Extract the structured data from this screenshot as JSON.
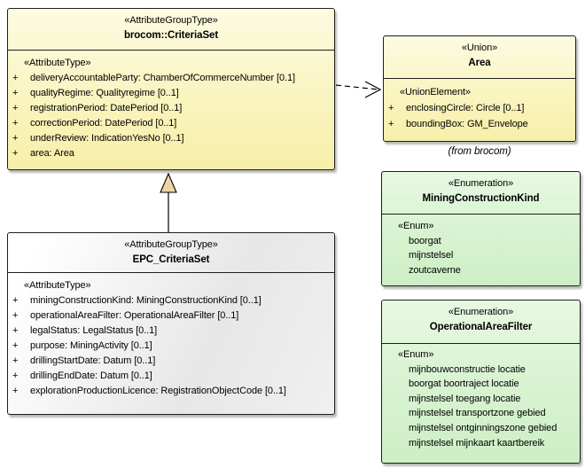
{
  "ui": {
    "plus": "+"
  },
  "colors": {
    "node_yellow_top": "#FDFBE2",
    "node_yellow_bottom": "#F7EFA8",
    "node_green_top": "#E7F9E1",
    "node_green_bottom": "#CDEFC5",
    "node_gray_top": "#FFFFFF",
    "node_gray_bottom": "#E7E7E7",
    "node_border": "#1F1F1F",
    "shadow": "#7D7D7D",
    "generalization_arrowhead": "#F0D3A5",
    "connector": "#000000"
  },
  "nodes": {
    "criteria_set": {
      "stereotype": "«AttributeGroupType»",
      "name": "brocom::CriteriaSet",
      "section": "«AttributeType»",
      "attributes": [
        "deliveryAccountableParty: ChamberOfCommerceNumber [0.1]",
        "qualityRegime: Qualityregime [0..1]",
        "registrationPeriod: DatePeriod [0..1]",
        "correctionPeriod: DatePeriod [0..1]",
        "underReview: IndicationYesNo [0..1]",
        "area: Area"
      ]
    },
    "epc_criteria_set": {
      "stereotype": "«AttributeGroupType»",
      "name": "EPC_CriteriaSet",
      "section": "«AttributeType»",
      "attributes": [
        "miningConstructionKind: MiningConstructionKind [0..1]",
        "operationalAreaFilter: OperationalAreaFilter [0..1]",
        "legalStatus: LegalStatus [0..1]",
        "purpose: MiningActivity [0..1]",
        "drillingStartDate: Datum [0..1]",
        "drillingEndDate: Datum [0..1]",
        "explorationProductionLicence: RegistrationObjectCode [0..1]"
      ]
    },
    "area": {
      "stereotype": "«Union»",
      "name": "Area",
      "section": "«UnionElement»",
      "attributes": [
        "enclosingCircle: Circle [0..1]",
        "boundingBox: GM_Envelope"
      ],
      "caption": "(from brocom)"
    },
    "mining_construction_kind": {
      "stereotype": "«Enumeration»",
      "name": "MiningConstructionKind",
      "section": "«Enum»",
      "values": [
        "boorgat",
        "mijnstelsel",
        "zoutcaverne"
      ]
    },
    "operational_area_filter": {
      "stereotype": "«Enumeration»",
      "name": "OperationalAreaFilter",
      "section": "«Enum»",
      "values": [
        "mijnbouwconstructie locatie",
        "boorgat boortraject locatie",
        "mijnstelsel toegang locatie",
        "mijnstelsel transportzone gebied",
        "mijnstelsel ontginningszone gebied",
        "mijnstelsel mijnkaart kaartbereik"
      ]
    }
  }
}
